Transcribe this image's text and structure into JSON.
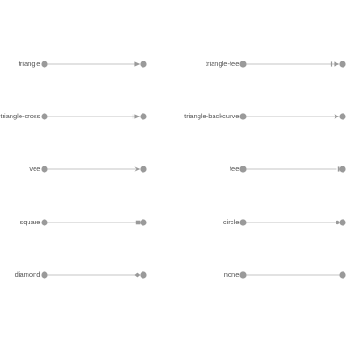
{
  "colors": {
    "background": "#ffffff",
    "node": "#9a9a9a",
    "edge": "#c4c4c4",
    "arrow": "#9a9a9a",
    "label": "#555555"
  },
  "arrow_demos": [
    {
      "label": "triangle",
      "arrow_shape": "triangle"
    },
    {
      "label": "triangle-cross",
      "arrow_shape": "triangle-cross"
    },
    {
      "label": "vee",
      "arrow_shape": "vee"
    },
    {
      "label": "square",
      "arrow_shape": "square"
    },
    {
      "label": "diamond",
      "arrow_shape": "diamond"
    },
    {
      "label": "triangle-tee",
      "arrow_shape": "triangle-tee"
    },
    {
      "label": "triangle-backcurve",
      "arrow_shape": "triangle-backcurve"
    },
    {
      "label": "tee",
      "arrow_shape": "tee"
    },
    {
      "label": "circle",
      "arrow_shape": "circle"
    },
    {
      "label": "none",
      "arrow_shape": "none"
    }
  ]
}
